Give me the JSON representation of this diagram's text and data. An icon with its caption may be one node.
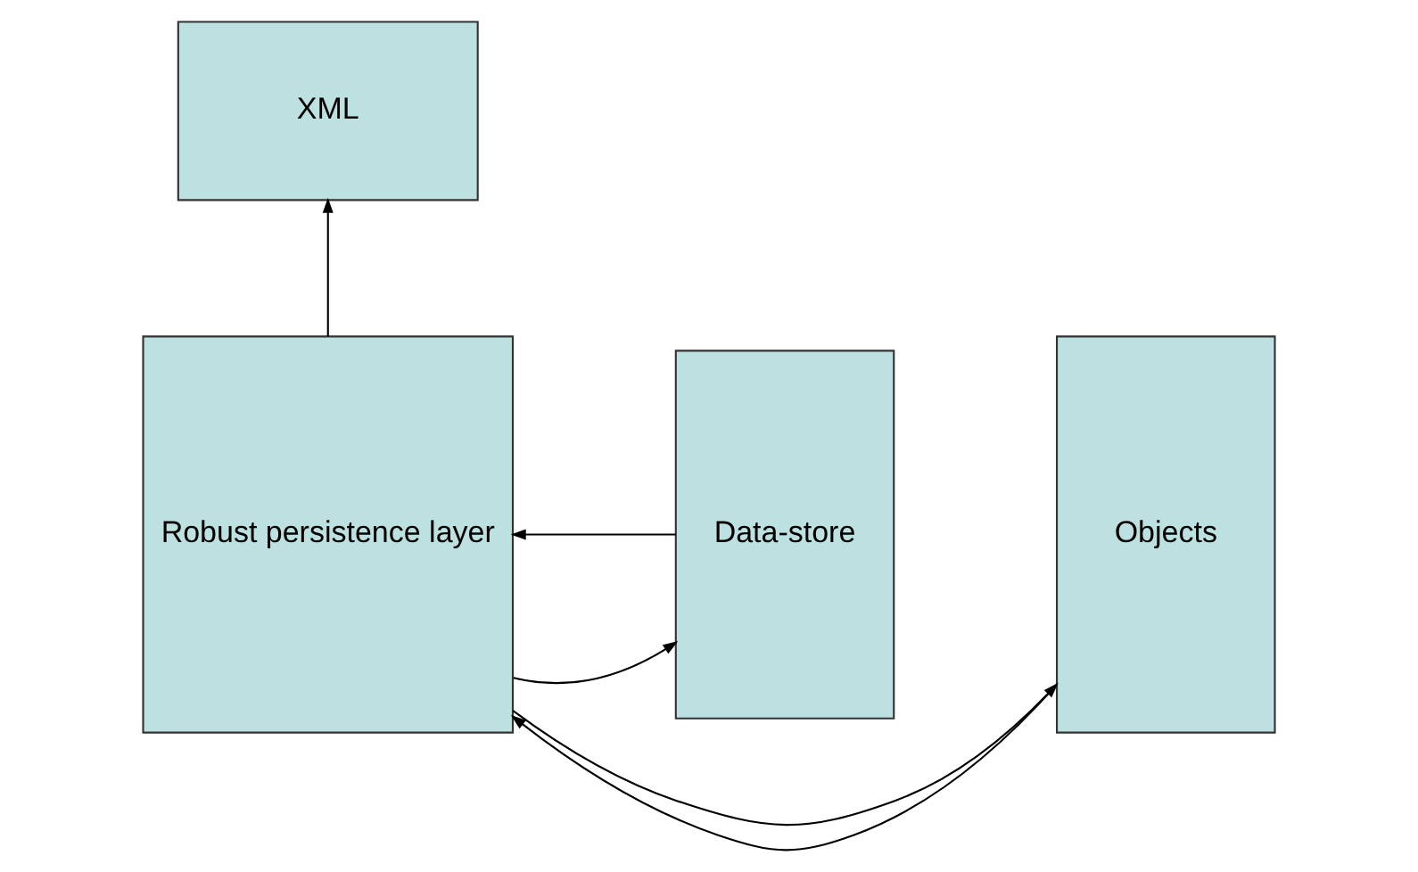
{
  "diagram": {
    "nodes": [
      {
        "text": [
          "XML"
        ]
      },
      {
        "text": [
          "Objects"
        ]
      },
      {
        "text": [
          "Robust persistence layer"
        ]
      },
      {
        "text": [
          "Data-store"
        ]
      }
    ],
    "edges": [
      {
        "from": 2,
        "to": 0,
        "arrow": "to"
      },
      {
        "from": 2,
        "to": 1,
        "arrow": "to"
      },
      {
        "from": 1,
        "to": 2,
        "arrow": "to"
      },
      {
        "from": 3,
        "to": 2,
        "arrow": "to"
      },
      {
        "from": 2,
        "to": 3,
        "arrow": "to"
      }
    ]
  }
}
